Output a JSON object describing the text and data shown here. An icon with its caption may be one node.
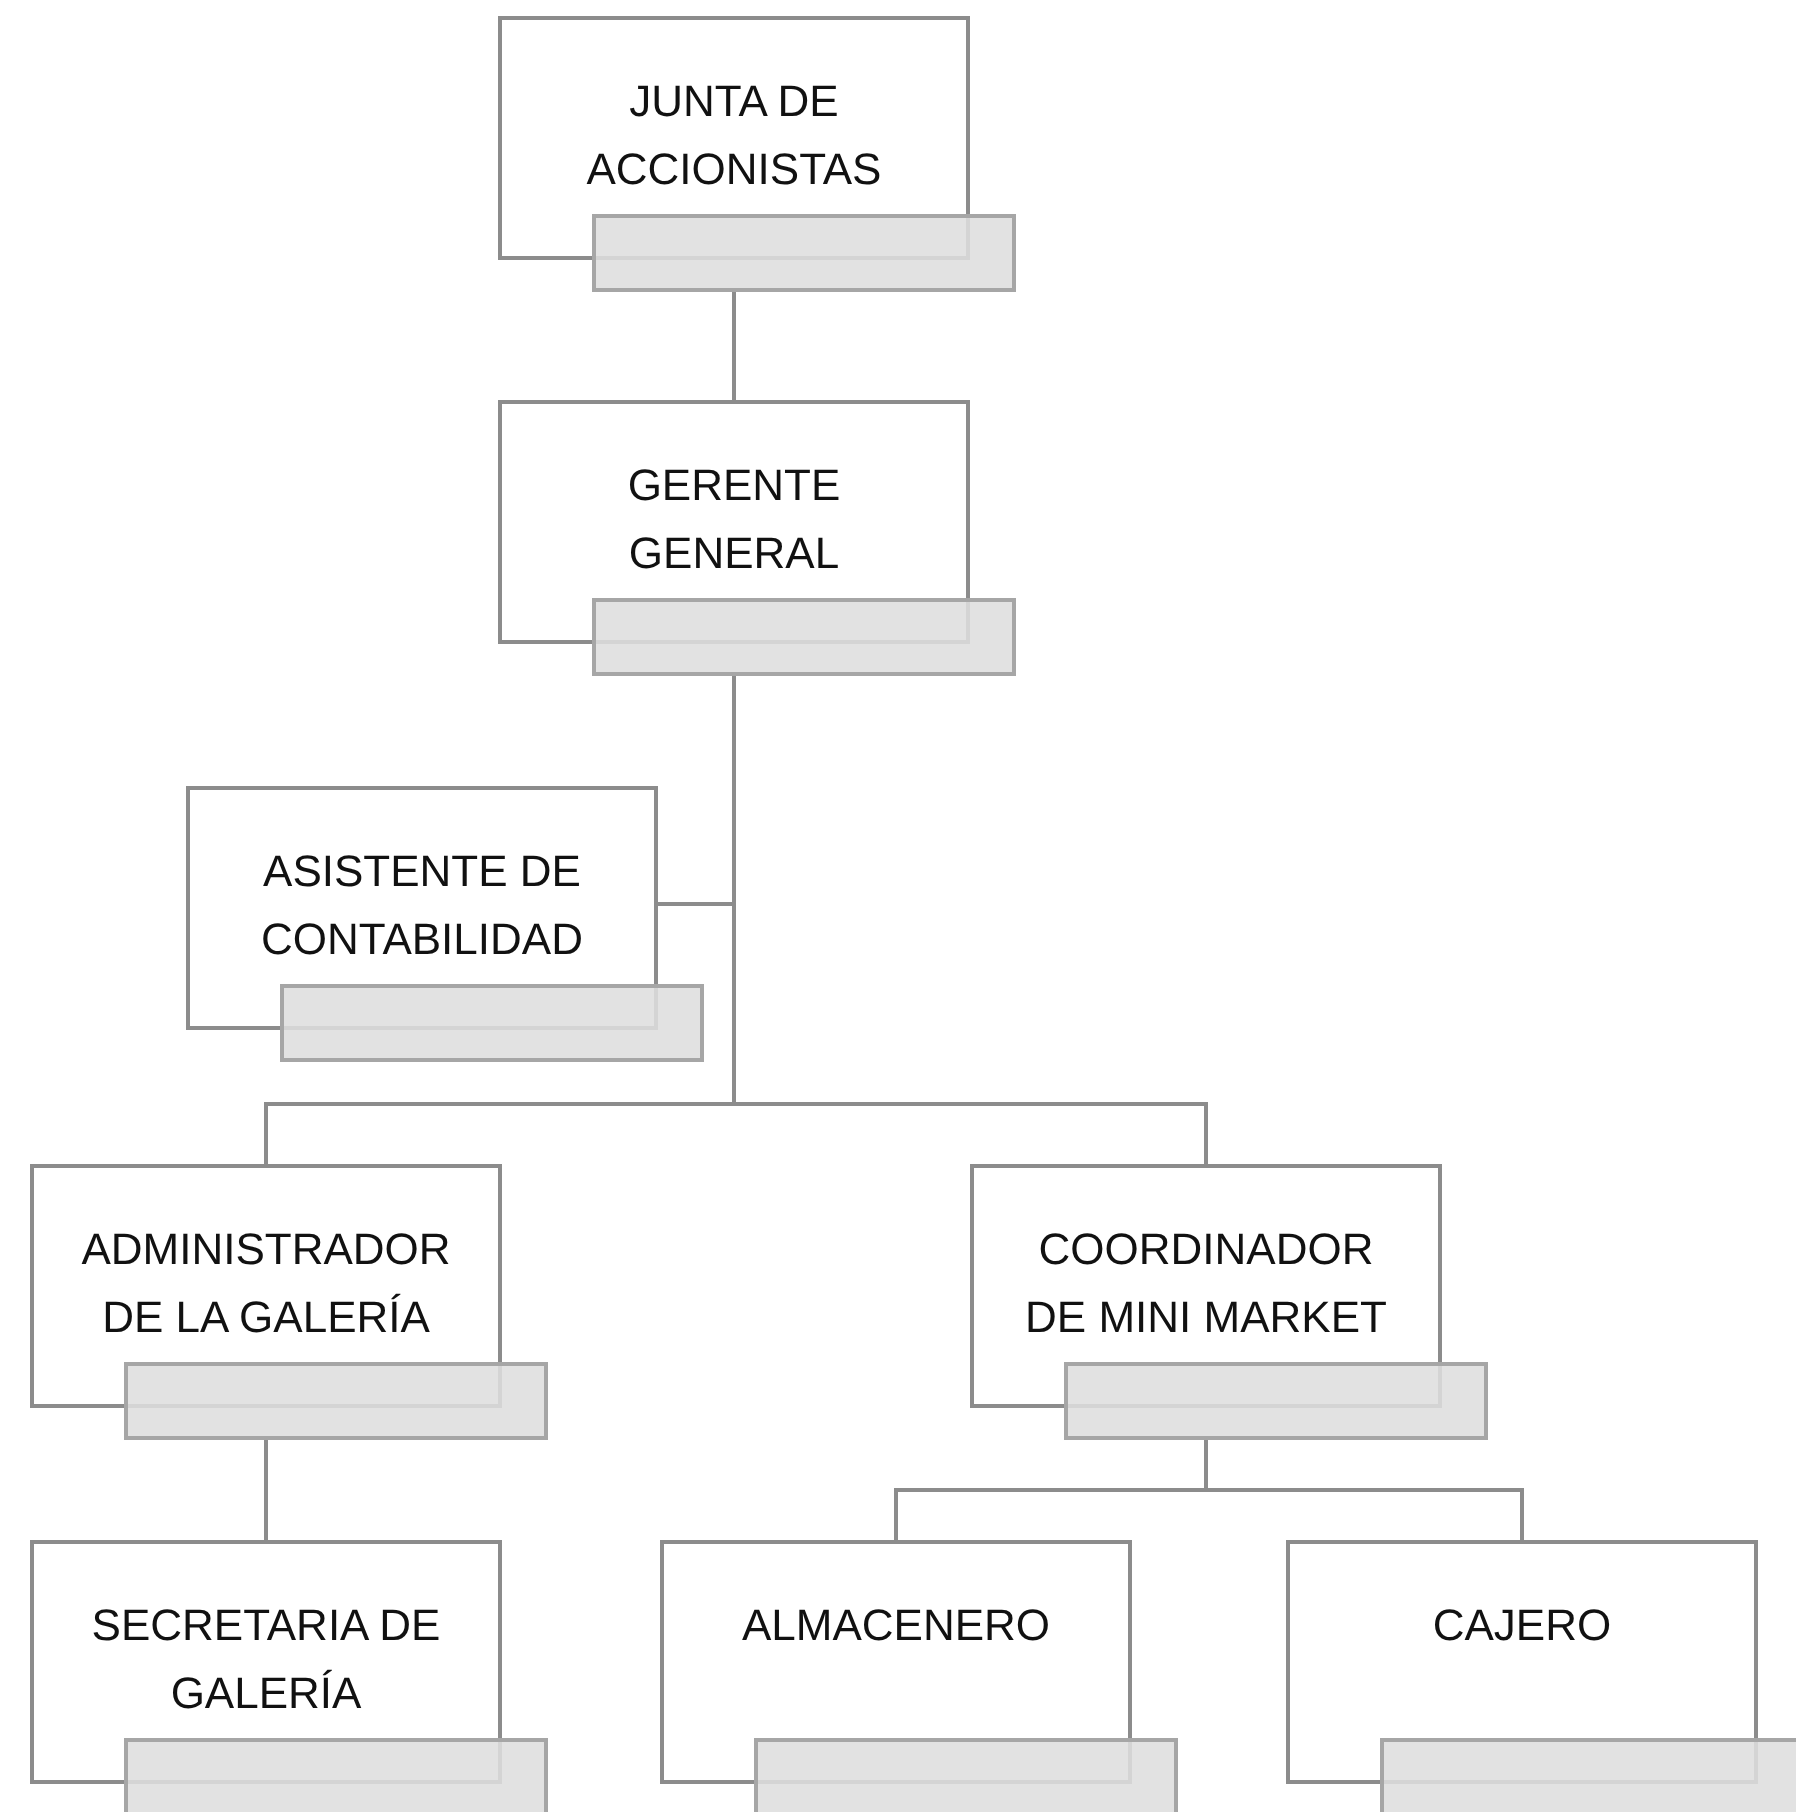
{
  "diagram": {
    "nodes": [
      {
        "text": [
          "JUNTA DE ACCIONISTAS"
        ]
      },
      {
        "text": [
          "GERENTE GENERAL"
        ]
      },
      {
        "text": [
          "ASISTENTE DE CONTABILIDAD"
        ]
      },
      {
        "text": [
          "ADMINISTRADOR DE LA GALERÍA"
        ]
      },
      {
        "text": [
          "COORDINADOR DE MINI MARKET"
        ]
      },
      {
        "text": [
          "SECRETARIA DE GALERÍA"
        ]
      },
      {
        "text": [
          "ALMACENERO"
        ]
      },
      {
        "text": [
          "CAJERO"
        ]
      }
    ],
    "edges": [
      {
        "from": 0,
        "to": 1,
        "arrow": "none"
      },
      {
        "from": 1,
        "to": 2,
        "arrow": "none"
      },
      {
        "from": 1,
        "to": 3,
        "arrow": "none"
      },
      {
        "from": 1,
        "to": 4,
        "arrow": "none"
      },
      {
        "from": 3,
        "to": 5,
        "arrow": "none"
      },
      {
        "from": 4,
        "to": 6,
        "arrow": "none"
      },
      {
        "from": 4,
        "to": 7,
        "arrow": "none"
      }
    ]
  }
}
